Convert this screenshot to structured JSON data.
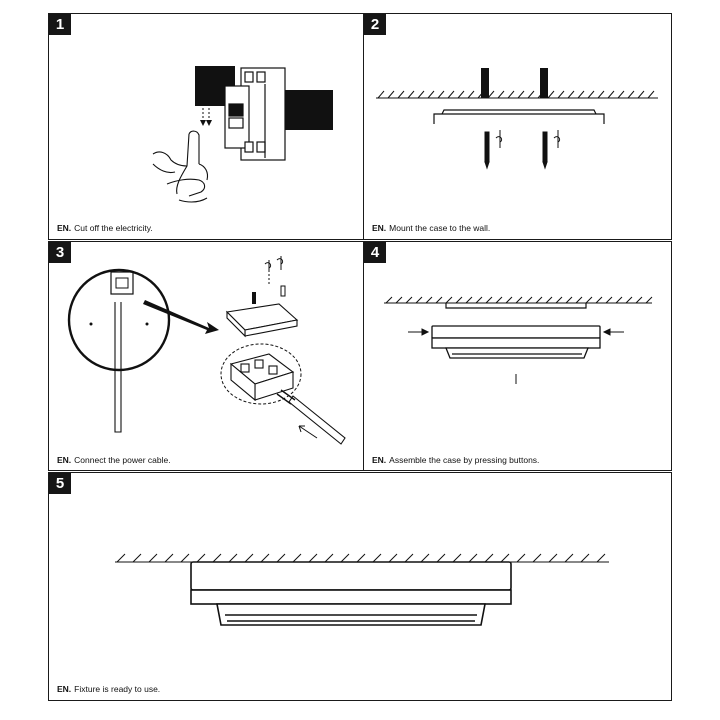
{
  "steps": [
    {
      "number": "1",
      "prefix": "EN.",
      "caption": "Cut off the electricity."
    },
    {
      "number": "2",
      "prefix": "EN.",
      "caption": "Mount the case to the wall."
    },
    {
      "number": "3",
      "prefix": "EN.",
      "caption": "Connect the power cable."
    },
    {
      "number": "4",
      "prefix": "EN.",
      "caption": "Assemble the case by pressing buttons."
    },
    {
      "number": "5",
      "prefix": "EN.",
      "caption": "Fixture is ready to use."
    }
  ]
}
